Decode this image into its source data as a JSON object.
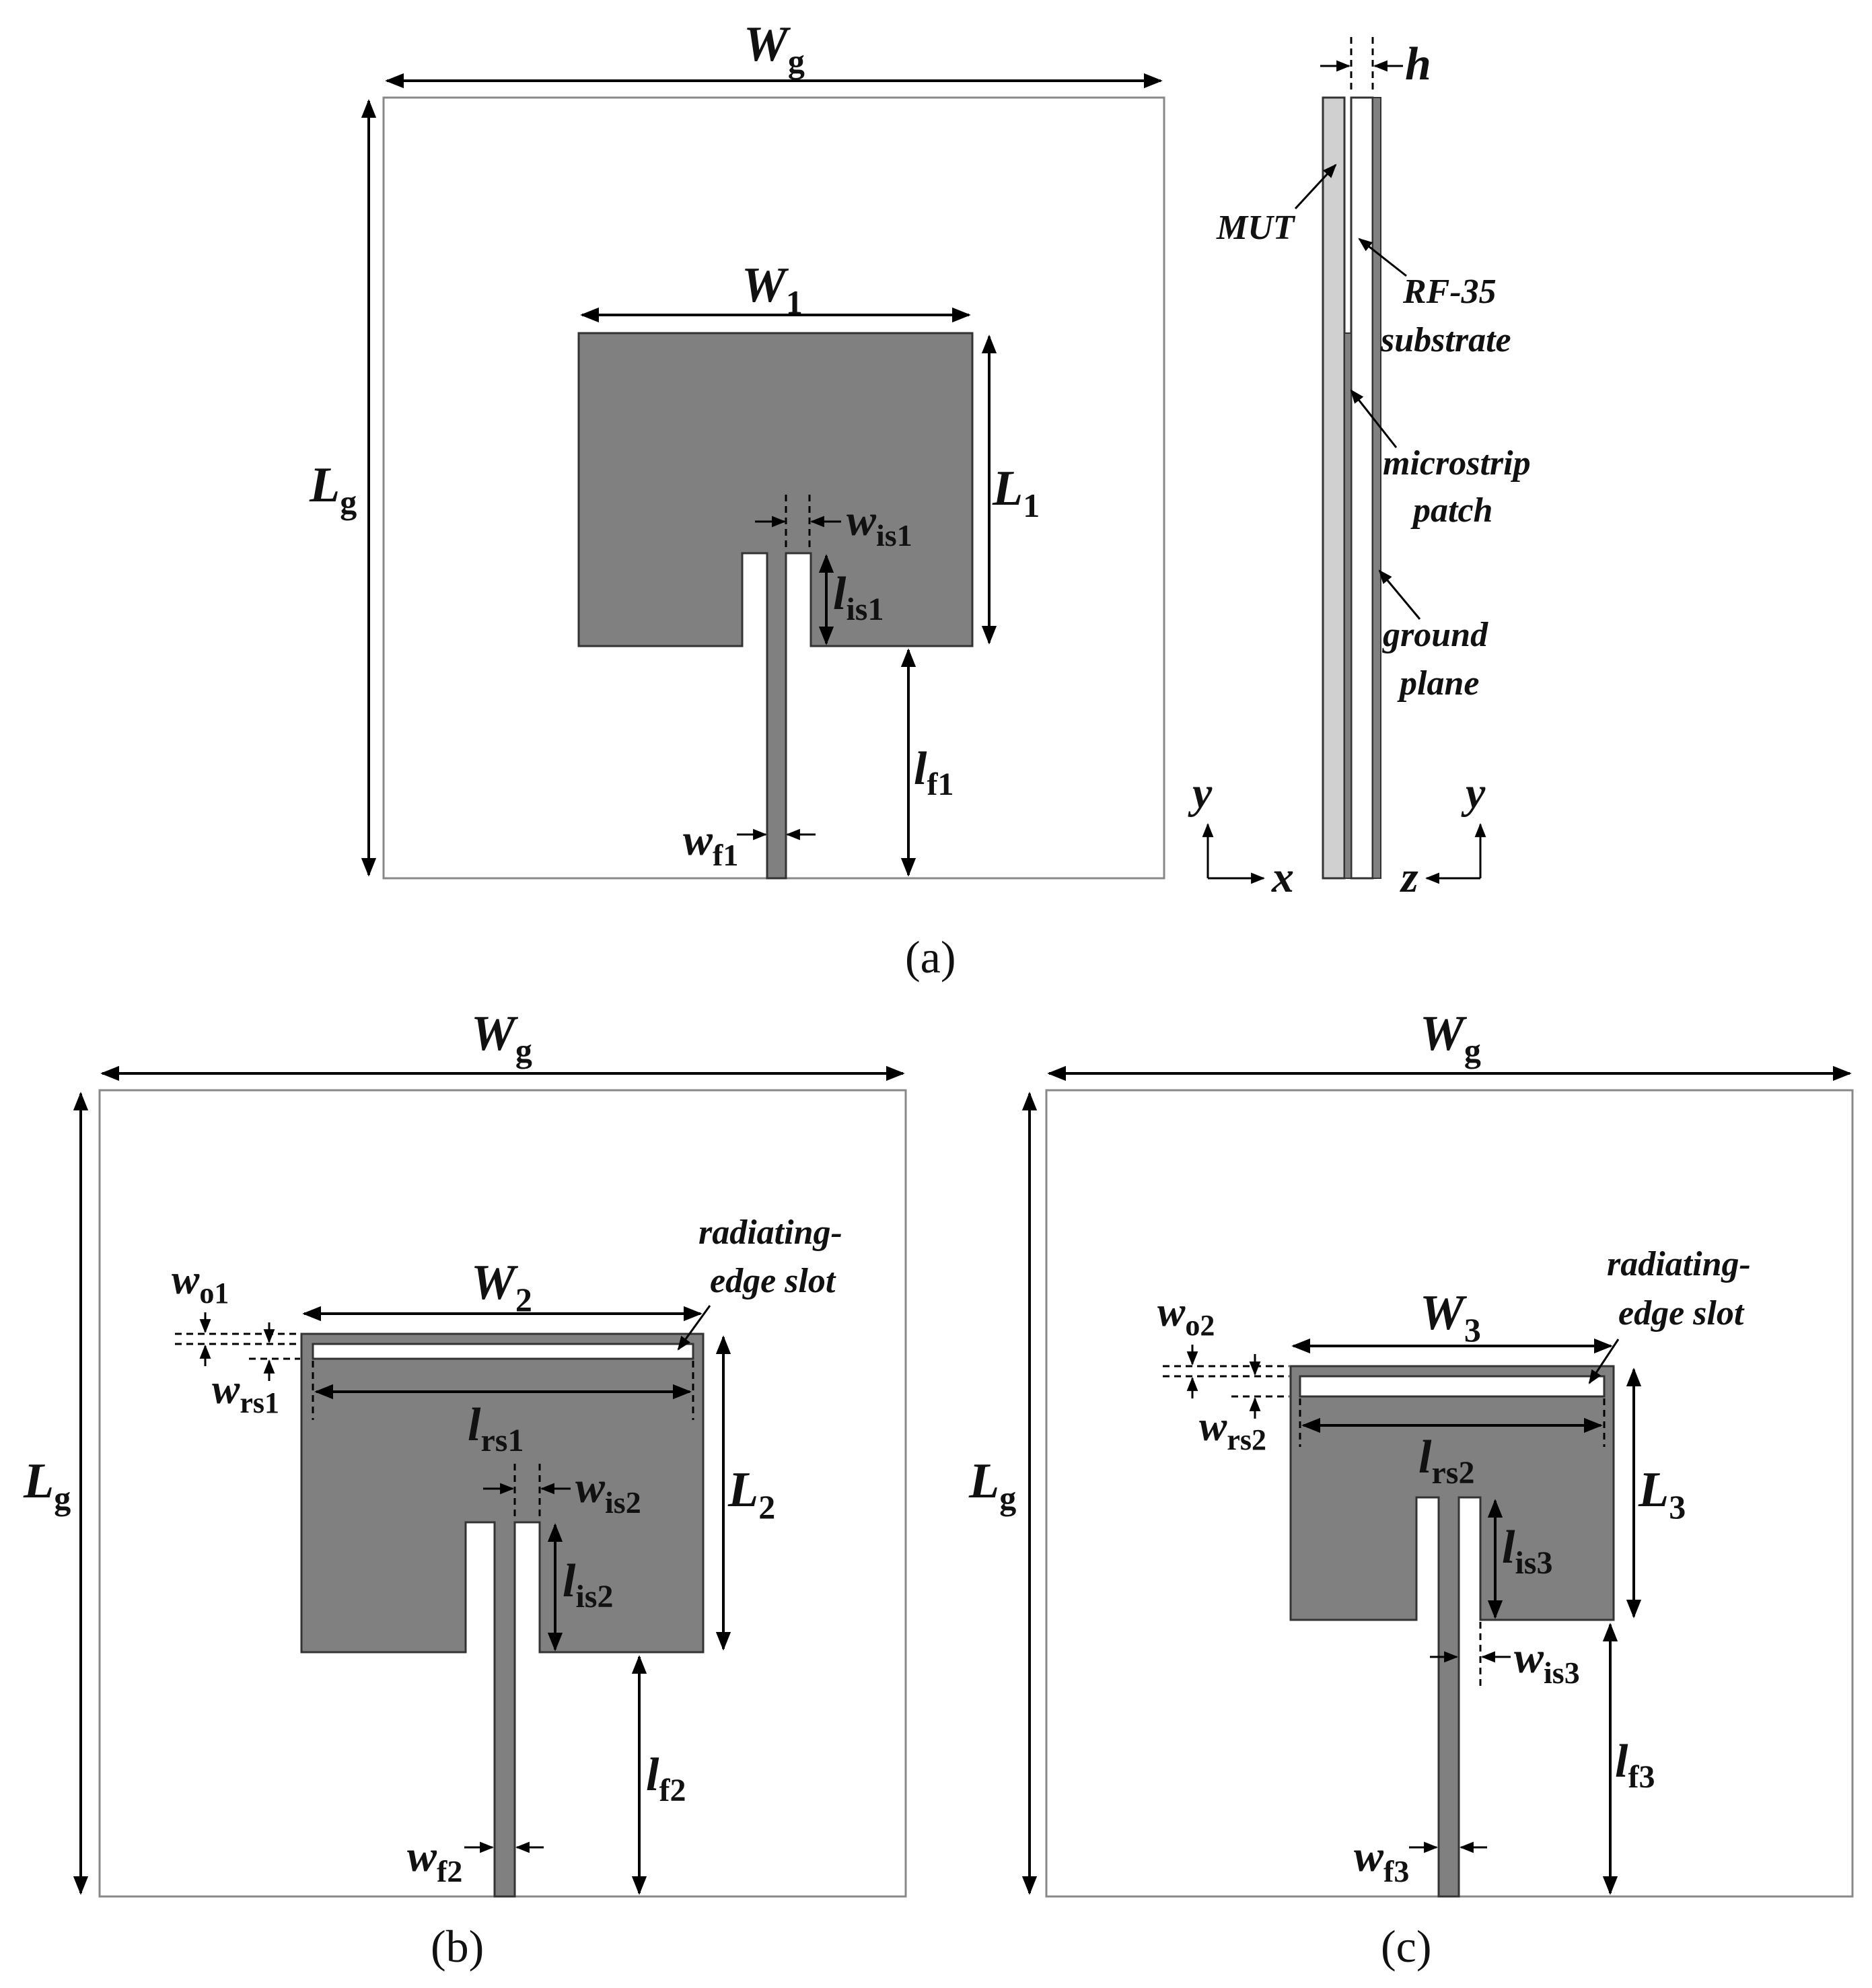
{
  "captions": {
    "a": "(a)",
    "b": "(b)",
    "c": "(c)"
  },
  "colors": {
    "metal": "#808080",
    "mut": "#d0d0d0",
    "board_edge": "#888888"
  },
  "a": {
    "Wg": "W",
    "Wg_sub": "g",
    "Lg": "L",
    "Lg_sub": "g",
    "W1": "W",
    "W1_sub": "1",
    "L1": "L",
    "L1_sub": "1",
    "wis1": "w",
    "wis1_sub": "is1",
    "lis1": "l",
    "lis1_sub": "is1",
    "lf1": "l",
    "lf1_sub": "f1",
    "wf1": "w",
    "wf1_sub": "f1"
  },
  "side": {
    "h": "h",
    "mut": "MUT",
    "substrate_1": "RF-35",
    "substrate_2": "substrate",
    "patch_1": "microstrip",
    "patch_2": "patch",
    "ground_1": "ground",
    "ground_2": "plane",
    "axes_front": {
      "y": "y",
      "x": "x"
    },
    "axes_side": {
      "y": "y",
      "z": "z"
    }
  },
  "b": {
    "Wg": "W",
    "Wg_sub": "g",
    "Lg": "L",
    "Lg_sub": "g",
    "W2": "W",
    "W2_sub": "2",
    "L2": "L",
    "L2_sub": "2",
    "wo1": "w",
    "wo1_sub": "o1",
    "wrs1": "w",
    "wrs1_sub": "rs1",
    "lrs1": "l",
    "lrs1_sub": "rs1",
    "wis2": "w",
    "wis2_sub": "is2",
    "lis2": "l",
    "lis2_sub": "is2",
    "lf2": "l",
    "lf2_sub": "f2",
    "wf2": "w",
    "wf2_sub": "f2",
    "slot_1": "radiating-",
    "slot_2": "edge slot"
  },
  "c": {
    "Wg": "W",
    "Wg_sub": "g",
    "Lg": "L",
    "Lg_sub": "g",
    "W3": "W",
    "W3_sub": "3",
    "L3": "L",
    "L3_sub": "3",
    "wo2": "w",
    "wo2_sub": "o2",
    "wrs2": "w",
    "wrs2_sub": "rs2",
    "lrs2": "l",
    "lrs2_sub": "rs2",
    "wis3": "w",
    "wis3_sub": "is3",
    "lis3": "l",
    "lis3_sub": "is3",
    "lf3": "l",
    "lf3_sub": "f3",
    "wf3": "w",
    "wf3_sub": "f3",
    "slot_1": "radiating-",
    "slot_2": "edge slot"
  }
}
